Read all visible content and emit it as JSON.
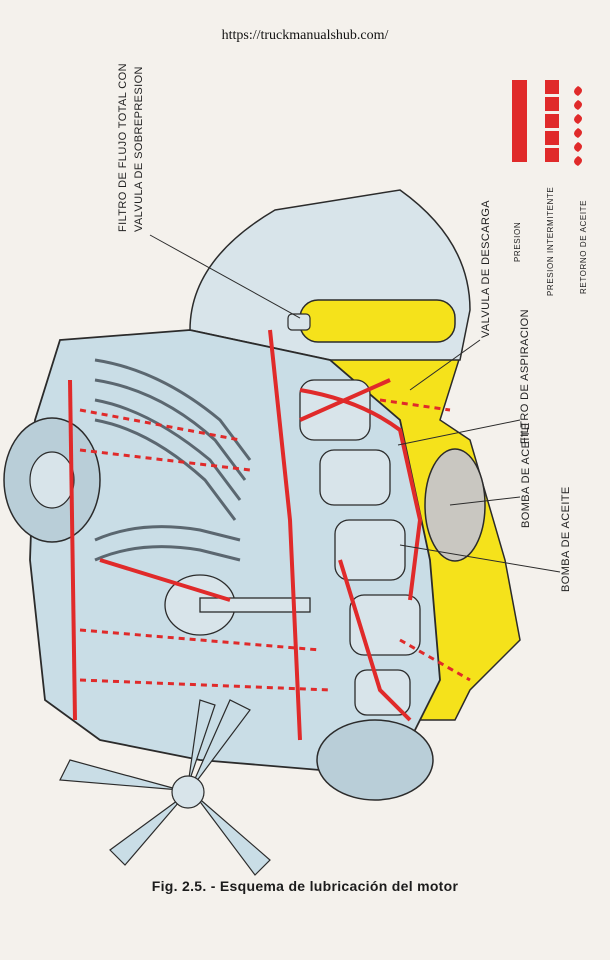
{
  "header": {
    "url": "https://truckmanualshub.com/"
  },
  "figure": {
    "caption": "Fig. 2.5. - Esquema de lubricación del motor",
    "callouts": {
      "filter_line1": "FILTRO DE FLUJO TOTAL CON",
      "filter_line2": "VALVULA DE SOBREPRESION",
      "discharge_valve": "VALVULA DE DESCARGA",
      "suction_filter": "FILTRO DE ASPIRACION",
      "oil_pump": "BOMBA DE ACEITE"
    },
    "legend": {
      "items": [
        {
          "label": "PRESION",
          "symbol": "solid-bar"
        },
        {
          "label": "PRESION INTERMITENTE",
          "symbol": "segmented-bar"
        },
        {
          "label": "RETORNO DE ACEITE",
          "symbol": "drop-row"
        }
      ]
    }
  },
  "colors": {
    "oil_pressure": "#e02a2a",
    "oil_sump": "#f5e21b",
    "engine_body": "#c9dde6",
    "outline": "#2b2b2b"
  }
}
